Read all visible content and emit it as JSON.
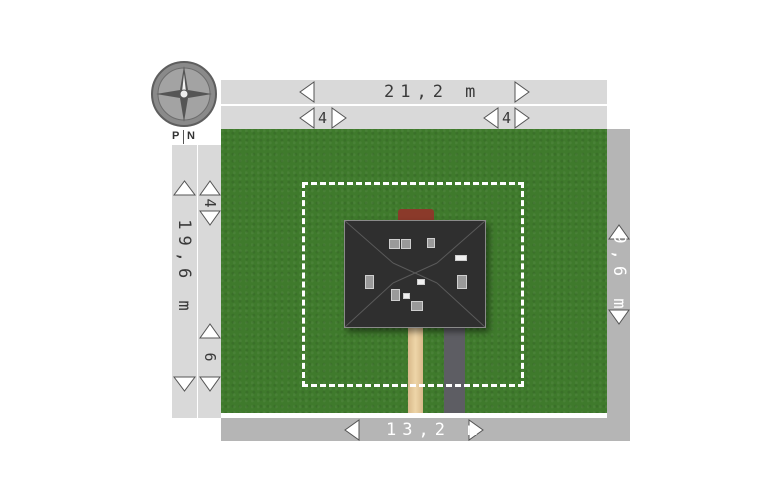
{
  "dimensions": {
    "top_total": "21,2 m",
    "top_left_setback": "4",
    "top_right_setback": "4",
    "left_total": "19,6 m",
    "left_top_setback": "4",
    "left_bottom_setback": "6",
    "right_width": "9,6 m",
    "bottom_width": "13,2 m"
  },
  "compass": {
    "left_letter": "P",
    "right_letter": "N",
    "icon": "compass-rose-icon"
  },
  "colors": {
    "lawn": "#3f7a2c",
    "roof": "#2f2f2f",
    "strip_light": "#d9d9d9",
    "strip_dark": "#b5b5b5",
    "buildzone": "#ffffff",
    "chimney": "#8b3a2a",
    "path": "#eed5a8",
    "driveway": "#5d5d63"
  }
}
